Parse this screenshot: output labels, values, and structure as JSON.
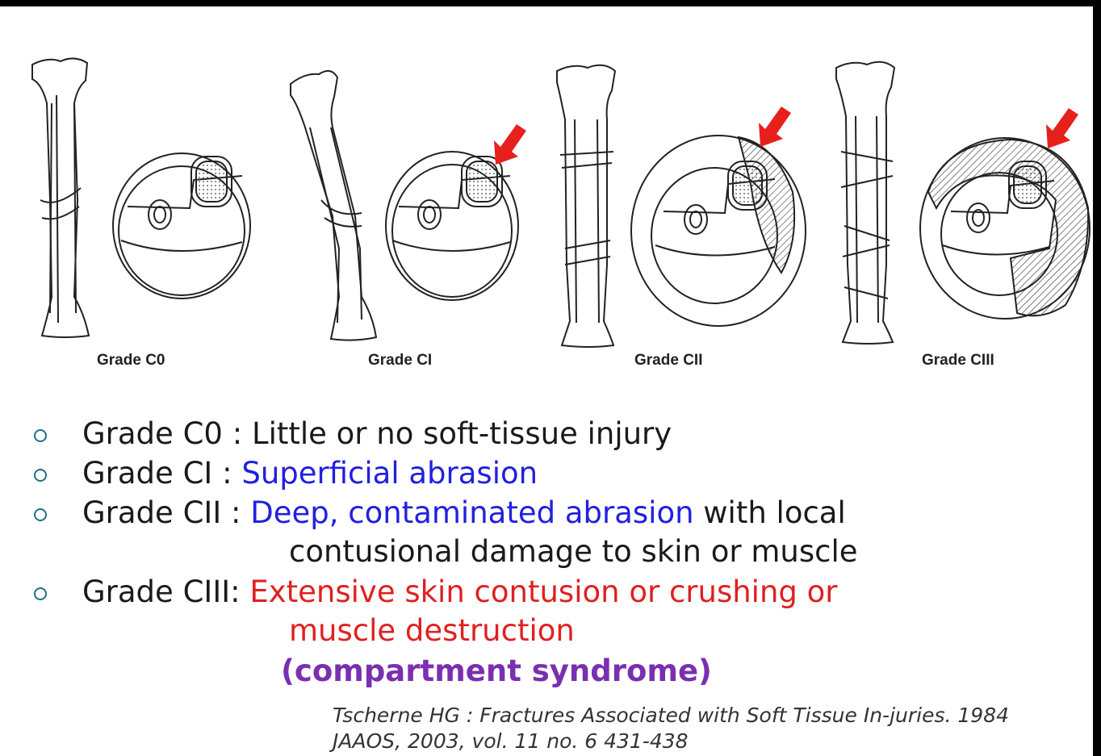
{
  "figure": {
    "labels": [
      "Grade C0",
      "Grade CI",
      "Grade CII",
      "Grade CIII"
    ],
    "arrow_color": "#e8201c"
  },
  "bullets": [
    {
      "grade": "Grade C0",
      "sep": " : ",
      "desc": "Little or no soft-tissue injury",
      "desc_color": "default"
    },
    {
      "grade": "Grade CI",
      "sep": " : ",
      "desc": "Superficial abrasion",
      "desc_color": "blue"
    },
    {
      "grade": "Grade CII",
      "sep": " : ",
      "desc_highlight": "Deep, contaminated abrasion",
      "desc_rest": " with local",
      "desc_line2": "contusional damage to skin or muscle"
    },
    {
      "grade": "Grade CIII",
      "sep": ": ",
      "desc_line1": "Extensive skin contusion or crushing or",
      "desc_line2": "muscle destruction",
      "note": "(compartment syndrome)"
    }
  ],
  "reference": {
    "line1": "Tscherne HG : Fractures Associated with Soft Tissue In-juries. 1984",
    "line2": "JAAOS, 2003, vol. 11 no. 6 431-438"
  },
  "colors": {
    "blue": "#2020e0",
    "red": "#e02020",
    "purple": "#7a2fb0",
    "bullet": "#1f6f86"
  }
}
